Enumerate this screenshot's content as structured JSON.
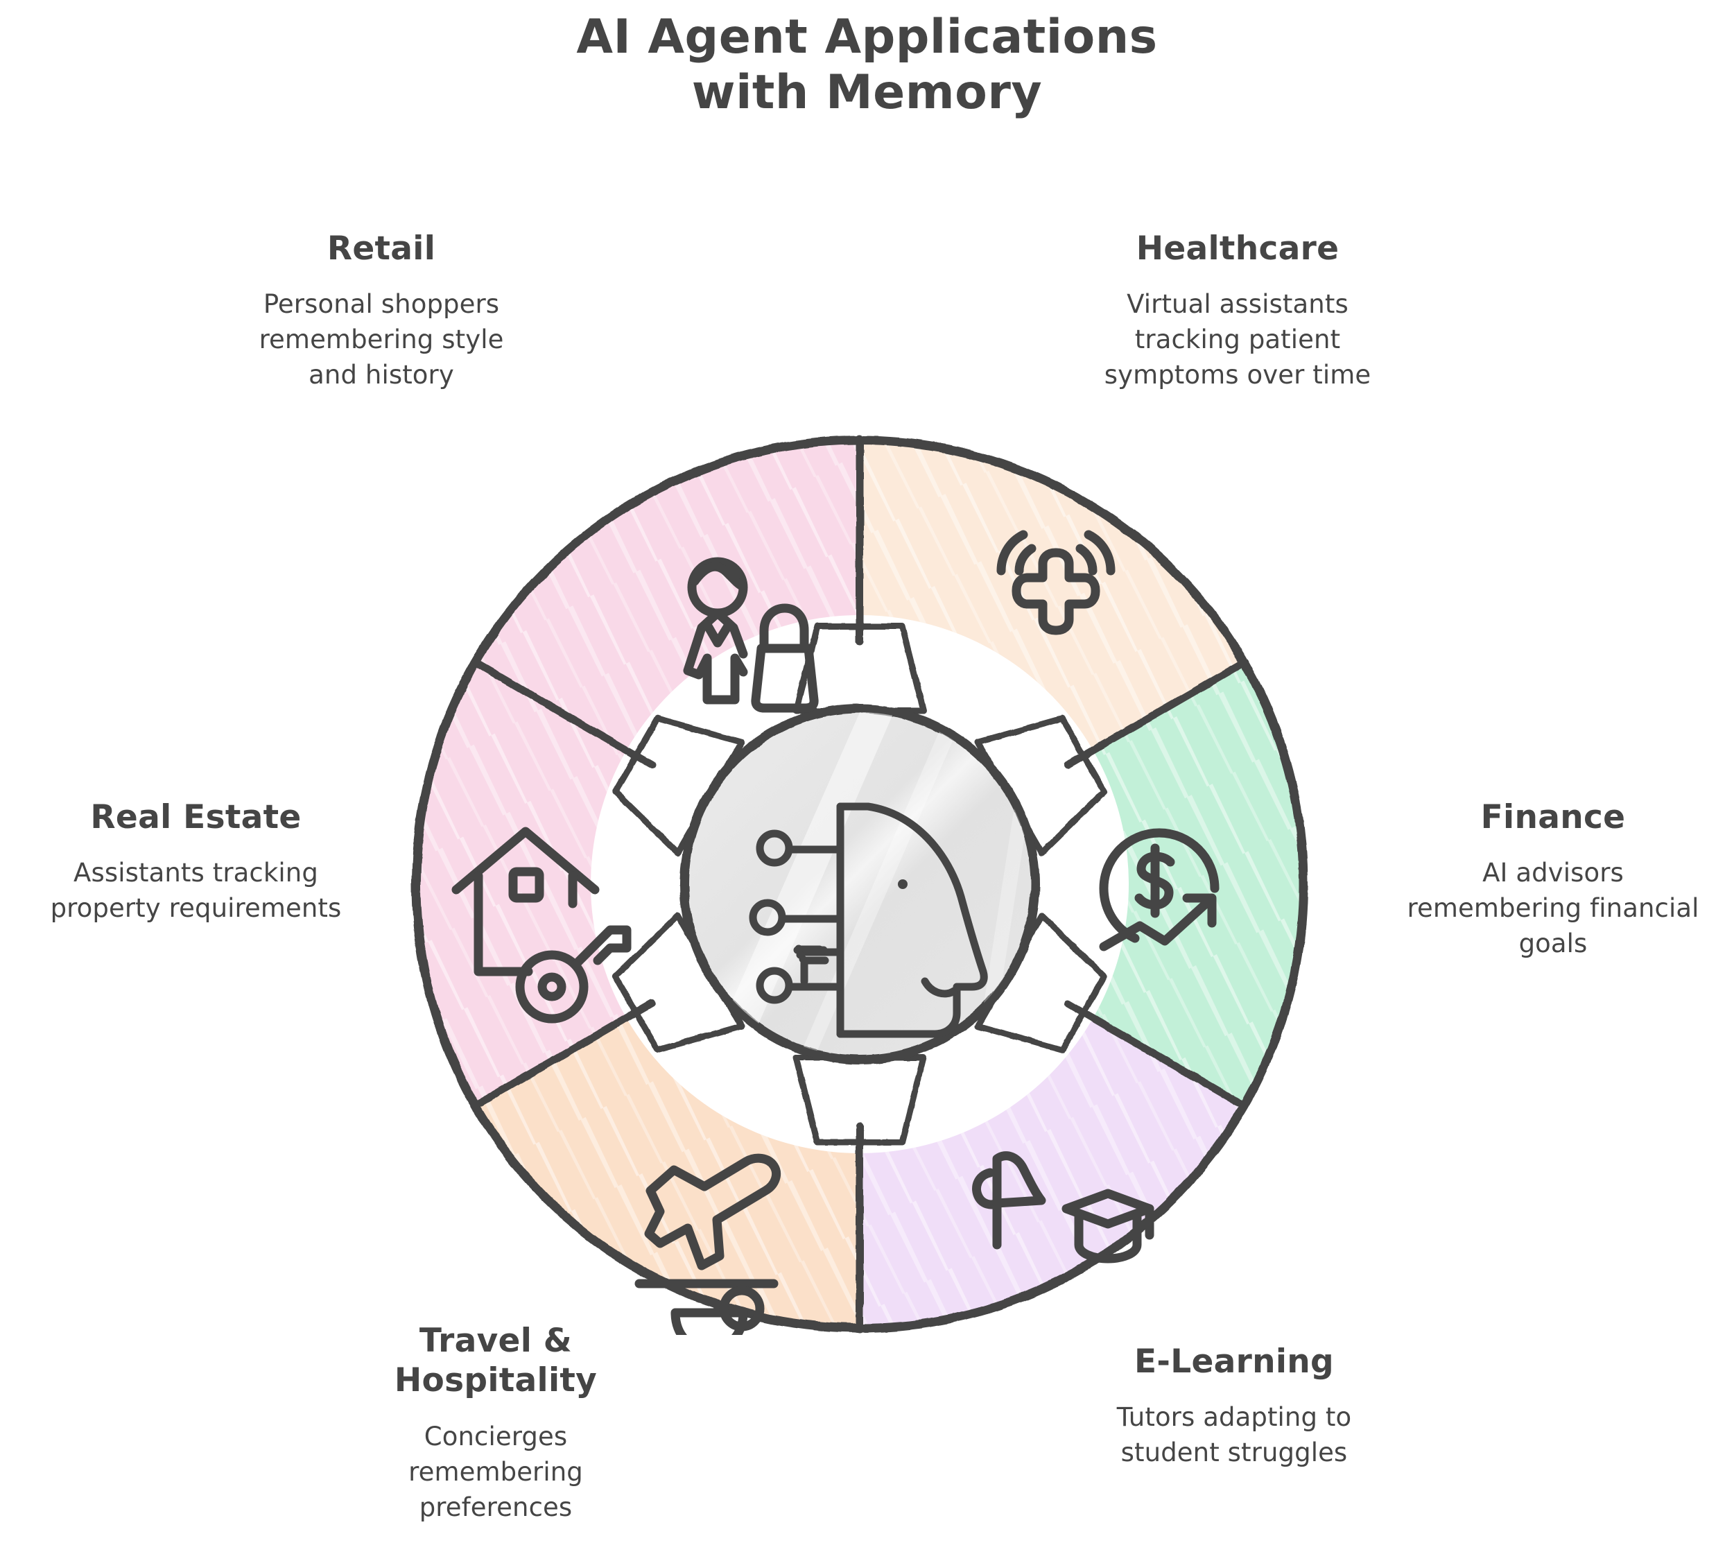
{
  "title": {
    "line1": "AI Agent Applications",
    "line2": "with Memory"
  },
  "colors": {
    "ink": "#454545",
    "background": "#ffffff",
    "hub_fill": "#e4e4e4",
    "retail": "#f9d9e8",
    "healthcare": "#fceada",
    "finance": "#c2f0d8",
    "elearning": "#f0def8",
    "travel": "#fbe0c9",
    "real_estate": "#faf0b0"
  },
  "center": {
    "icon": "ai-head-profile-icon",
    "description": "AI head profile with neural network nodes"
  },
  "segments": [
    {
      "key": "retail",
      "heading": "Retail",
      "body": "Personal shoppers\nremembering style\nand history",
      "color": "#f9d9e8",
      "icon": "shopper-person-bag-icon"
    },
    {
      "key": "healthcare",
      "heading": "Healthcare",
      "body": "Virtual assistants\ntracking patient\nsymptoms over time",
      "color": "#fceada",
      "icon": "medical-cross-signal-icon"
    },
    {
      "key": "finance",
      "heading": "Finance",
      "body": "AI advisors\nremembering financial\ngoals",
      "color": "#c2f0d8",
      "icon": "dollar-trend-arrow-icon"
    },
    {
      "key": "elearning",
      "heading": "E-Learning",
      "body": "Tutors adapting to\nstudent struggles",
      "color": "#f0def8",
      "icon": "flag-graduation-cap-icon"
    },
    {
      "key": "travel",
      "heading": "Travel &\nHospitality",
      "body": "Concierges\nremembering\npreferences",
      "color": "#fbe0c9",
      "icon": "airplane-cocktail-icon"
    },
    {
      "key": "real_estate",
      "heading": "Real Estate",
      "body": "Assistants tracking\nproperty requirements",
      "color": "#faf0b0",
      "icon": "house-key-icon"
    }
  ]
}
